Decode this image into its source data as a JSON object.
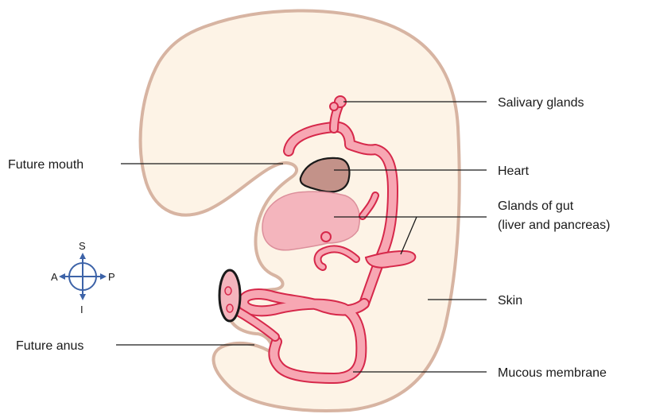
{
  "labels": {
    "salivary_glands": "Salivary glands",
    "future_mouth": "Future mouth",
    "heart": "Heart",
    "glands_of_gut_line1": "Glands of gut",
    "glands_of_gut_line2": "(liver and pancreas)",
    "skin": "Skin",
    "future_anus": "Future anus",
    "mucous_membrane": "Mucous membrane"
  },
  "compass": {
    "superior": "S",
    "inferior": "I",
    "anterior": "A",
    "posterior": "P"
  },
  "colors": {
    "skin_outline": "#d7b4a2",
    "body_fill": "#fdf3e6",
    "gut_fill": "#f7a7b3",
    "gut_outline": "#d6284a",
    "liver_fill": "#f4b5bd",
    "heart_fill": "#c39289",
    "compass_blue": "#3d63a8"
  }
}
